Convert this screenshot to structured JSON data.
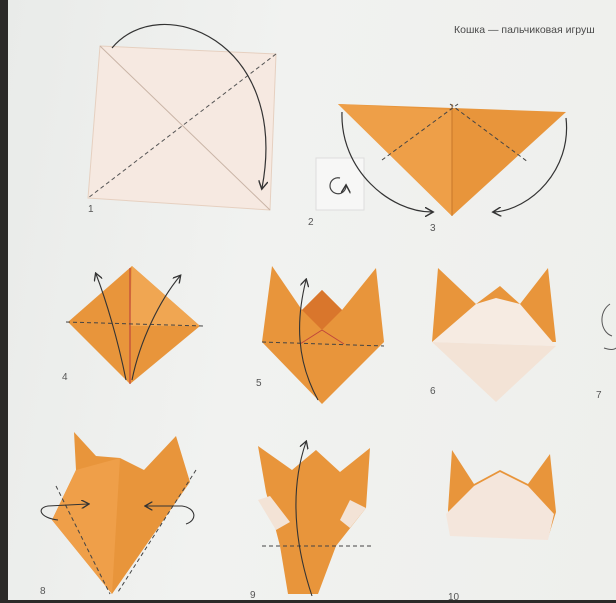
{
  "header": {
    "title": "Кошка — пальчиковая игруш"
  },
  "steps": [
    "1",
    "2",
    "3",
    "4",
    "5",
    "6",
    "7",
    "8",
    "9",
    "10"
  ],
  "colors": {
    "paper_orange": "#e8953b",
    "paper_cream": "#f4e4d8",
    "fold_line": "#444444"
  }
}
